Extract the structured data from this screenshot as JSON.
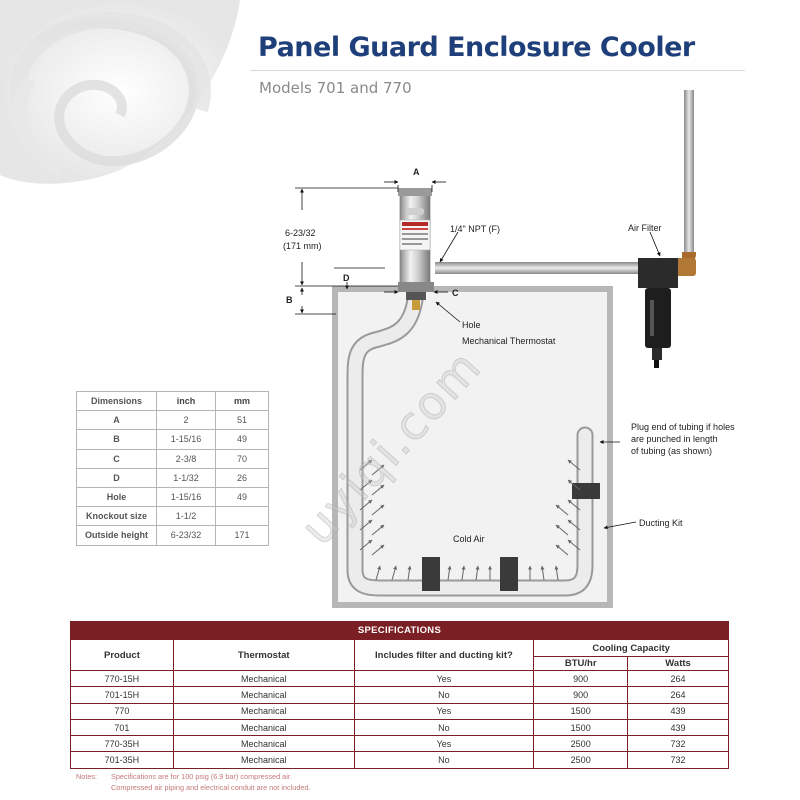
{
  "header": {
    "title": "Panel Guard Enclosure Cooler",
    "subtitle": "Models 701 and 770"
  },
  "diagram": {
    "label_a": "A",
    "label_b": "B",
    "label_c": "C",
    "label_d": "D",
    "height_line1": "6-23/32",
    "height_line2": "(171 mm)",
    "npt": "1/4\" NPT (F)",
    "air_filter": "Air Filter",
    "hole": "Hole",
    "thermostat": "Mechanical Thermostat",
    "plug_line1": "Plug end of tubing if holes",
    "plug_line2": "are punched in length",
    "plug_line3": "of tubing (as shown)",
    "ducting_kit": "Ducting Kit",
    "cold_air": "Cold Air"
  },
  "dimensions": {
    "headers": [
      "Dimensions",
      "inch",
      "mm"
    ],
    "rows": [
      [
        "A",
        "2",
        "51"
      ],
      [
        "B",
        "1-15/16",
        "49"
      ],
      [
        "C",
        "2-3/8",
        "70"
      ],
      [
        "D",
        "1-1/32",
        "26"
      ],
      [
        "Hole",
        "1-15/16",
        "49"
      ],
      [
        "Knockout size",
        "1-1/2",
        ""
      ],
      [
        "Outside height",
        "6-23/32",
        "171"
      ]
    ]
  },
  "specs": {
    "title": "SPECIFICATIONS",
    "headers": {
      "product": "Product",
      "thermostat": "Thermostat",
      "kit": "Includes filter and ducting kit?",
      "capacity": "Cooling Capacity",
      "btu": "BTU/hr",
      "watts": "Watts"
    },
    "rows": [
      [
        "770-15H",
        "Mechanical",
        "Yes",
        "900",
        "264"
      ],
      [
        "701-15H",
        "Mechanical",
        "No",
        "900",
        "264"
      ],
      [
        "770",
        "Mechanical",
        "Yes",
        "1500",
        "439"
      ],
      [
        "701",
        "Mechanical",
        "No",
        "1500",
        "439"
      ],
      [
        "770-35H",
        "Mechanical",
        "Yes",
        "2500",
        "732"
      ],
      [
        "701-35H",
        "Mechanical",
        "No",
        "2500",
        "732"
      ]
    ]
  },
  "notes": {
    "label": "Notes:",
    "line1": "Specifications are for 100 psig (6.9 bar) compressed air.",
    "line2": "Compressed air piping and electrical conduit are not included."
  },
  "watermark": "uyiqi.com",
  "colors": {
    "title": "#1f3f7a",
    "banner": "#7a1f23",
    "notes": "#c47a7a"
  }
}
